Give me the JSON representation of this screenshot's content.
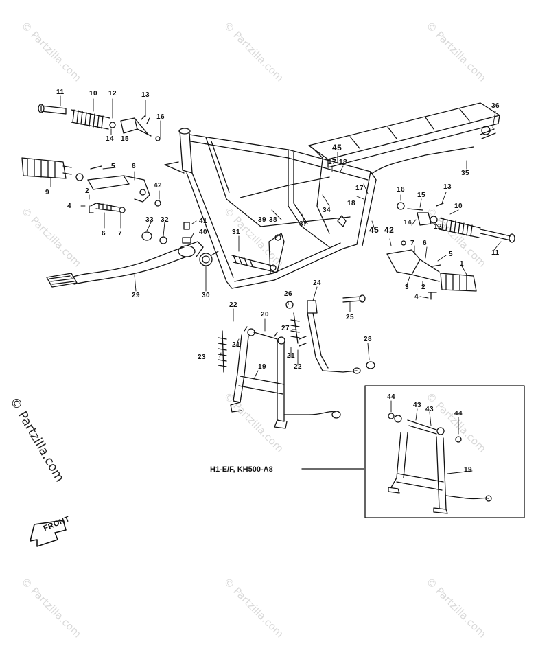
{
  "watermark": {
    "text": "© Partzilla.com",
    "brand": "© Partzilla.com"
  },
  "inset": {
    "caption": "H1-E/F, KH500-A8"
  },
  "front_arrow": {
    "label": "FRONT"
  },
  "callouts": [
    {
      "id": "c1",
      "text": "11"
    },
    {
      "id": "c2",
      "text": "10"
    },
    {
      "id": "c3",
      "text": "12"
    },
    {
      "id": "c4",
      "text": "13"
    },
    {
      "id": "c5",
      "text": "16"
    },
    {
      "id": "c6",
      "text": "14"
    },
    {
      "id": "c7",
      "text": "15"
    },
    {
      "id": "c8",
      "text": "36"
    },
    {
      "id": "c9",
      "text": "45"
    },
    {
      "id": "c10",
      "text": "17"
    },
    {
      "id": "c11",
      "text": "18"
    },
    {
      "id": "c12",
      "text": "35"
    },
    {
      "id": "c13",
      "text": "5"
    },
    {
      "id": "c14",
      "text": "8"
    },
    {
      "id": "c15",
      "text": "9"
    },
    {
      "id": "c16",
      "text": "2"
    },
    {
      "id": "c17",
      "text": "42"
    },
    {
      "id": "c18",
      "text": "4"
    },
    {
      "id": "c19",
      "text": "6"
    },
    {
      "id": "c20",
      "text": "7"
    },
    {
      "id": "c21",
      "text": "34"
    },
    {
      "id": "c22",
      "text": "17"
    },
    {
      "id": "c23",
      "text": "18"
    },
    {
      "id": "c24",
      "text": "16"
    },
    {
      "id": "c25",
      "text": "15"
    },
    {
      "id": "c26",
      "text": "13"
    },
    {
      "id": "c27",
      "text": "10"
    },
    {
      "id": "c28",
      "text": "39"
    },
    {
      "id": "c29",
      "text": "38"
    },
    {
      "id": "c30",
      "text": "37"
    },
    {
      "id": "c31",
      "text": "45"
    },
    {
      "id": "c32",
      "text": "14"
    },
    {
      "id": "c33",
      "text": "12"
    },
    {
      "id": "c34",
      "text": "42"
    },
    {
      "id": "c35",
      "text": "11"
    },
    {
      "id": "c36",
      "text": "33"
    },
    {
      "id": "c37",
      "text": "32"
    },
    {
      "id": "c38",
      "text": "41"
    },
    {
      "id": "c39",
      "text": "40"
    },
    {
      "id": "c40",
      "text": "31"
    },
    {
      "id": "c41",
      "text": "7"
    },
    {
      "id": "c42",
      "text": "6"
    },
    {
      "id": "c43",
      "text": "5"
    },
    {
      "id": "c44",
      "text": "1"
    },
    {
      "id": "c45",
      "text": "3"
    },
    {
      "id": "c46",
      "text": "2"
    },
    {
      "id": "c47",
      "text": "4"
    },
    {
      "id": "c48",
      "text": "29"
    },
    {
      "id": "c49",
      "text": "30"
    },
    {
      "id": "c50",
      "text": "26"
    },
    {
      "id": "c51",
      "text": "24"
    },
    {
      "id": "c52",
      "text": "25"
    },
    {
      "id": "c53",
      "text": "22"
    },
    {
      "id": "c54",
      "text": "20"
    },
    {
      "id": "c55",
      "text": "27"
    },
    {
      "id": "c56",
      "text": "21"
    },
    {
      "id": "c57",
      "text": "28"
    },
    {
      "id": "c58",
      "text": "23"
    },
    {
      "id": "c59",
      "text": "21"
    },
    {
      "id": "c60",
      "text": "22"
    },
    {
      "id": "c61",
      "text": "19"
    },
    {
      "id": "c62",
      "text": "44"
    },
    {
      "id": "c63",
      "text": "43"
    },
    {
      "id": "c64",
      "text": "43"
    },
    {
      "id": "c65",
      "text": "44"
    },
    {
      "id": "c66",
      "text": "19"
    }
  ]
}
